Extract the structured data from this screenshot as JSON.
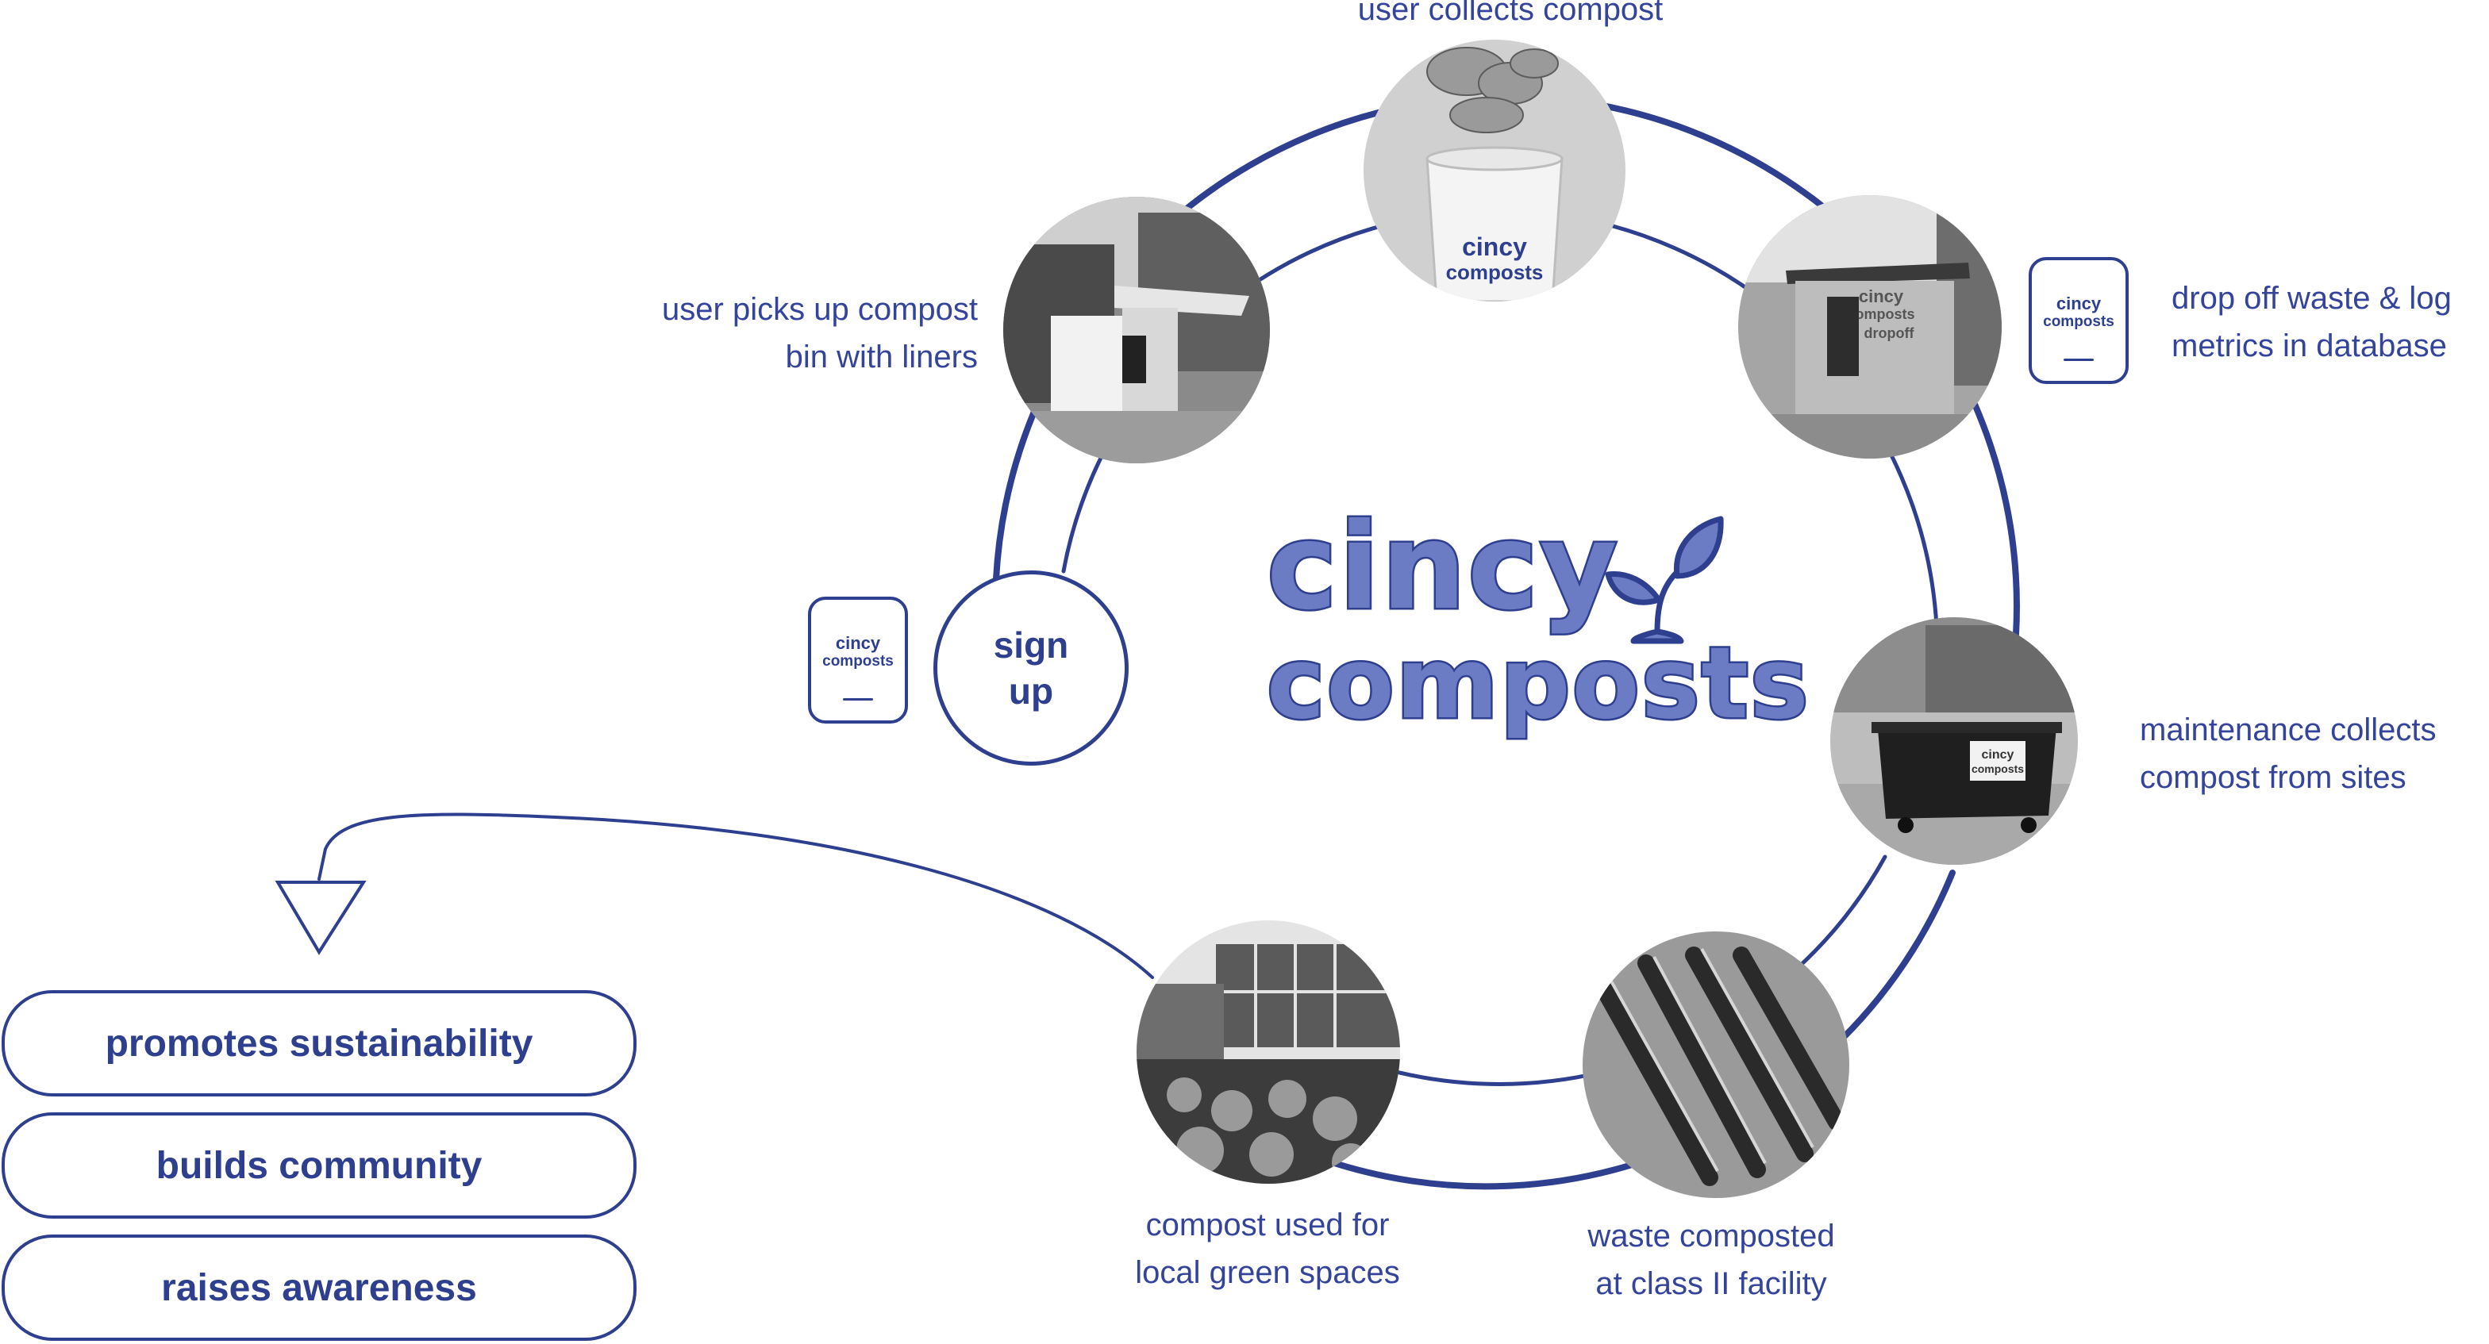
{
  "brand": {
    "line1": "cincy",
    "line2": "composts",
    "colors": {
      "primary": "#2e3f8f",
      "fill": "#6b7bc4"
    }
  },
  "center_logo": {
    "line1": "cincy",
    "line2": "composts",
    "icon": "sprout-leaf-icon"
  },
  "signup": {
    "line1": "sign",
    "line2": "up"
  },
  "steps": [
    {
      "id": "pickup",
      "line1": "user picks up compost",
      "line2": "bin with liners",
      "photo": "pickup-kiosk-photo"
    },
    {
      "id": "collect",
      "line1": "user collects compost",
      "line2": "",
      "photo": "compost-bucket-photo"
    },
    {
      "id": "dropoff",
      "line1": "drop off waste & log",
      "line2": "metrics in database",
      "photo": "dropoff-kiosk-photo"
    },
    {
      "id": "maintenance",
      "line1": "maintenance collects",
      "line2": "compost from sites",
      "photo": "dumpster-photo"
    },
    {
      "id": "facility",
      "line1": "waste composted",
      "line2": "at class II facility",
      "photo": "compost-windrows-photo"
    },
    {
      "id": "greenspace",
      "line1": "compost used for",
      "line2": "local green spaces",
      "photo": "green-roof-photo"
    }
  ],
  "bucket_text": {
    "line1": "cincy",
    "line2": "composts"
  },
  "kiosk_text": {
    "line1": "cincy",
    "line2": "composts",
    "line3": "dropoff"
  },
  "dumpster_text": {
    "line1": "cincy",
    "line2": "composts"
  },
  "phone_left": {
    "line1": "cincy",
    "line2": "composts"
  },
  "phone_right": {
    "line1": "cincy",
    "line2": "composts"
  },
  "outcomes": [
    "promotes sustainability",
    "builds community",
    "raises awareness"
  ]
}
